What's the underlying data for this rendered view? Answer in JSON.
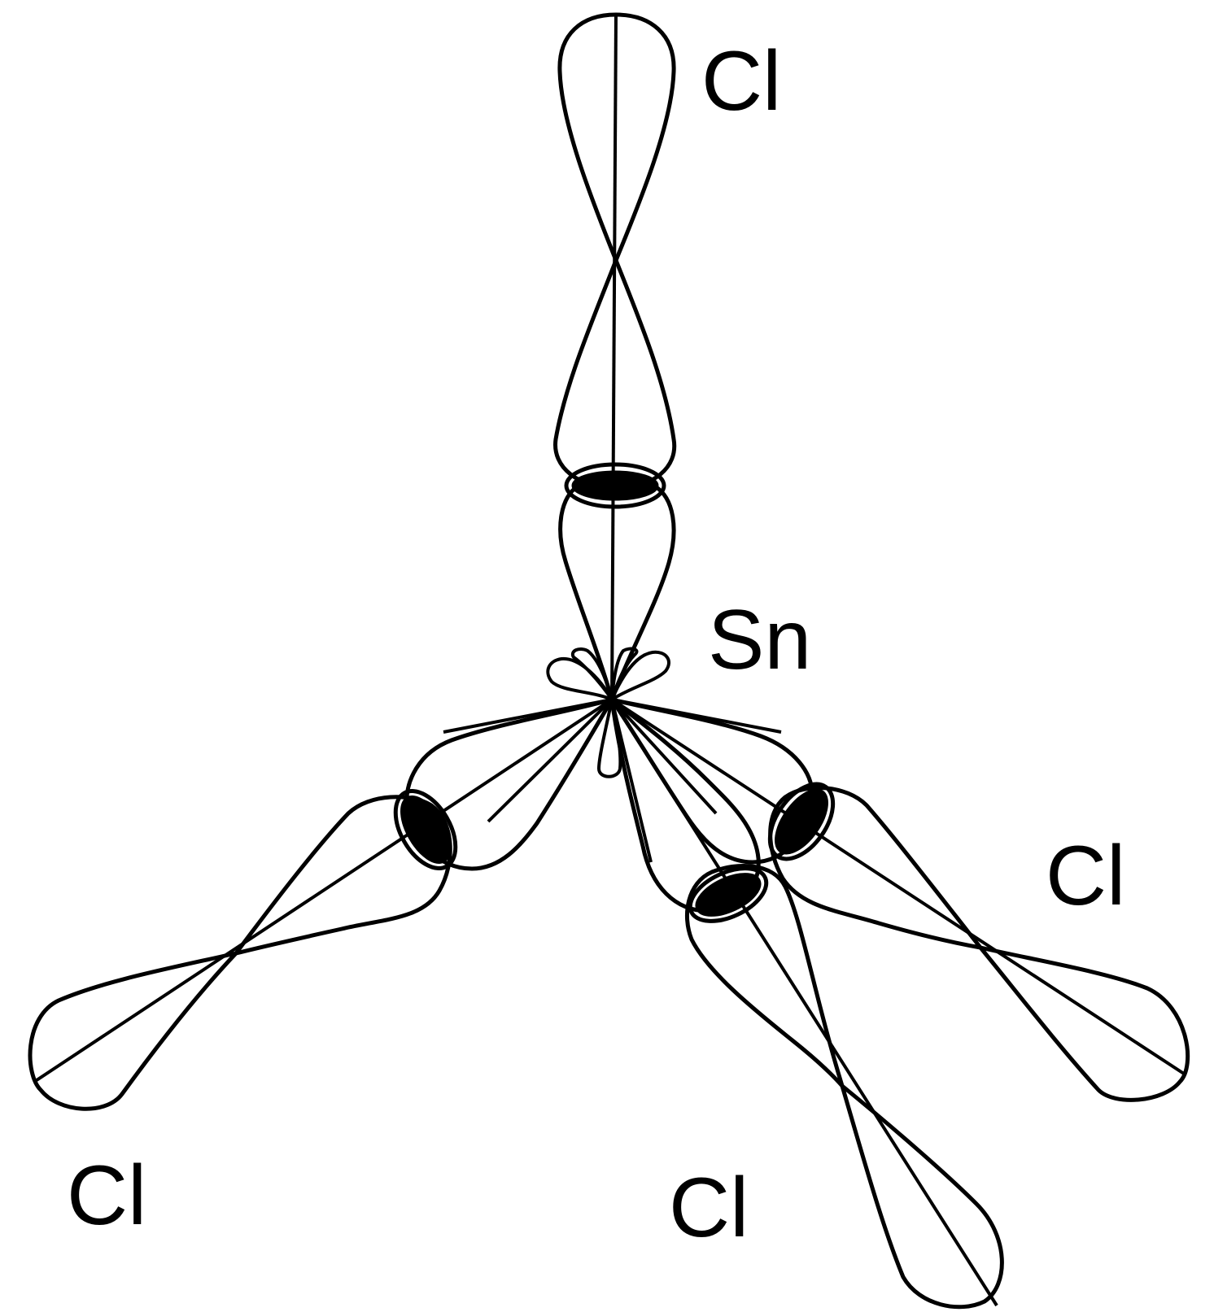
{
  "diagram": {
    "central_atom": "Sn",
    "ligands": {
      "top": "Cl",
      "right": "Cl",
      "bottom_left": "Cl",
      "bottom_right": "Cl"
    }
  }
}
